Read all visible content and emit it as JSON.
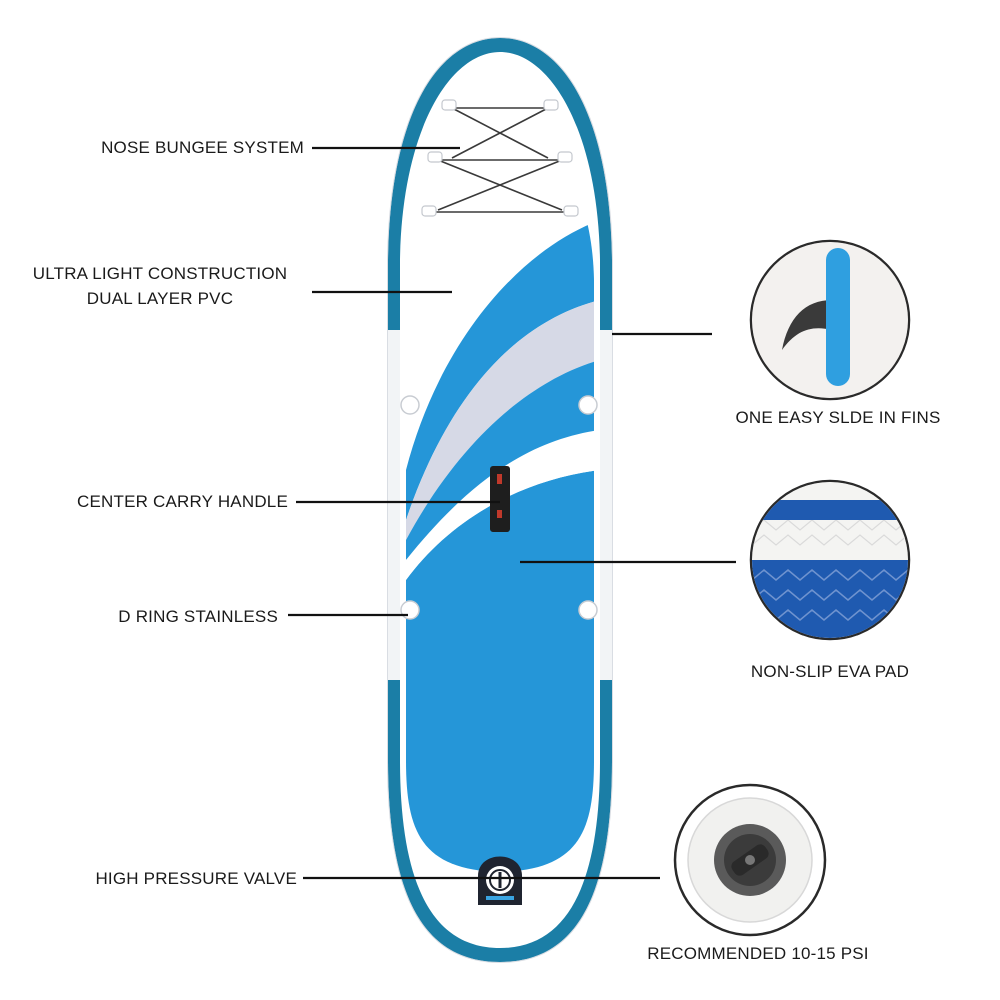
{
  "colors": {
    "board_blue": "#1f93d6",
    "board_light_blue": "#3aa5e3",
    "rail_teal": "#1b7ea6",
    "stripe_grey": "#d8dbe8",
    "deck_white": "#ffffff",
    "leader_line": "#111111",
    "fin_blue": "#2f9fe0",
    "fin_dark": "#3a3a3a",
    "pad_blue": "#1f5ab0",
    "valve_dark": "#3b3b3b"
  },
  "callouts": {
    "nose_bungee": "NOSE BUNGEE SYSTEM",
    "construction_line1": "ULTRA LIGHT CONSTRUCTION",
    "construction_line2": "DUAL LAYER PVC",
    "carry_handle": "CENTER CARRY HANDLE",
    "d_ring": "D RING STAINLESS",
    "valve": "HIGH PRESSURE VALVE",
    "fins": "ONE EASY SLDE IN FINS",
    "eva_pad": "NON-SLIP EVA PAD",
    "psi": "RECOMMENDED 10-15 PSI"
  },
  "icons": {
    "board": "paddle-board-illustration",
    "fin": "fin-detail-icon",
    "pad": "eva-pad-detail-icon",
    "valve": "valve-detail-icon"
  }
}
